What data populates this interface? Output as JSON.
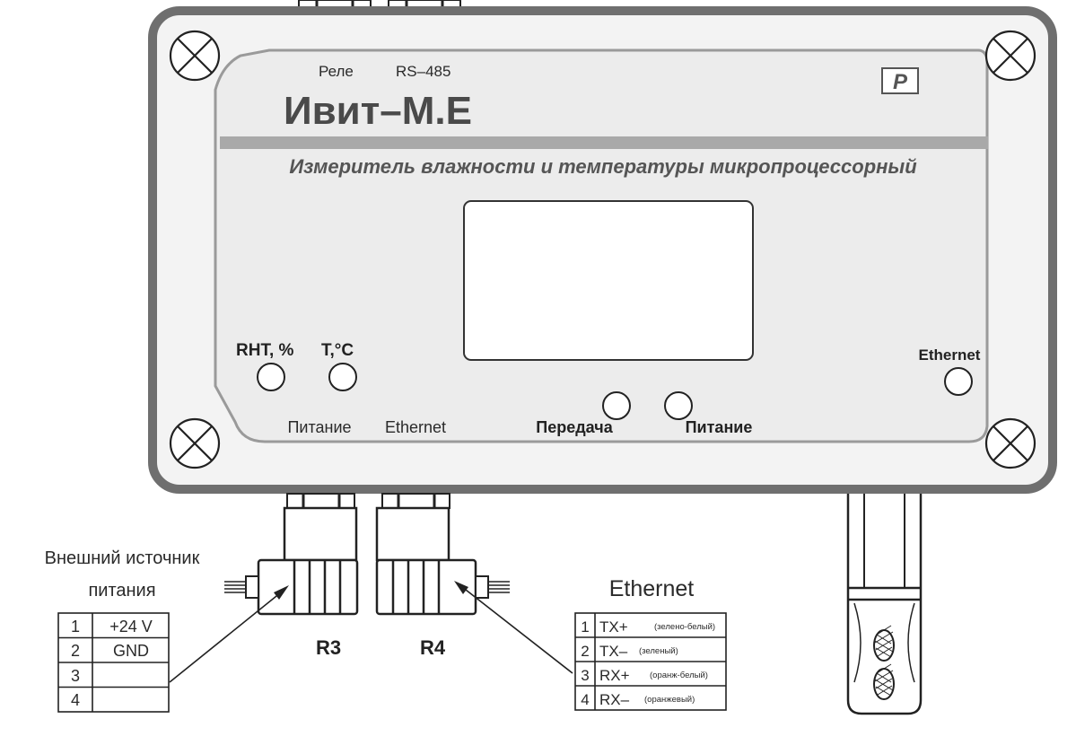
{
  "device": {
    "label_relay": "Реле",
    "label_rs485": "RS–485",
    "model": "Ивит–М.Е",
    "description": "Измеритель влажности и температуры микропроцессорный",
    "logo_text": "P"
  },
  "indicators": {
    "rht": "RHT, %",
    "temp": "T,°C",
    "ethernet": "Ethernet",
    "transmit": "Передача",
    "power": "Питание"
  },
  "bottom_labels": {
    "power": "Питание",
    "ethernet": "Ethernet"
  },
  "connectors": {
    "r3": "R3",
    "r4": "R4"
  },
  "power_table": {
    "title_line1": "Внешний источник",
    "title_line2": "питания",
    "rows": [
      {
        "pin": "1",
        "signal": "+24 V"
      },
      {
        "pin": "2",
        "signal": "GND"
      },
      {
        "pin": "3",
        "signal": ""
      },
      {
        "pin": "4",
        "signal": ""
      }
    ]
  },
  "ethernet_table": {
    "title": "Ethernet",
    "rows": [
      {
        "pin": "1",
        "signal": "TX+",
        "note": "(зелено-белый)"
      },
      {
        "pin": "2",
        "signal": "TX–",
        "note": "(зеленый)"
      },
      {
        "pin": "3",
        "signal": "RX+",
        "note": "(оранж-белый)"
      },
      {
        "pin": "4",
        "signal": "RX–",
        "note": "(оранжевый)"
      }
    ]
  }
}
